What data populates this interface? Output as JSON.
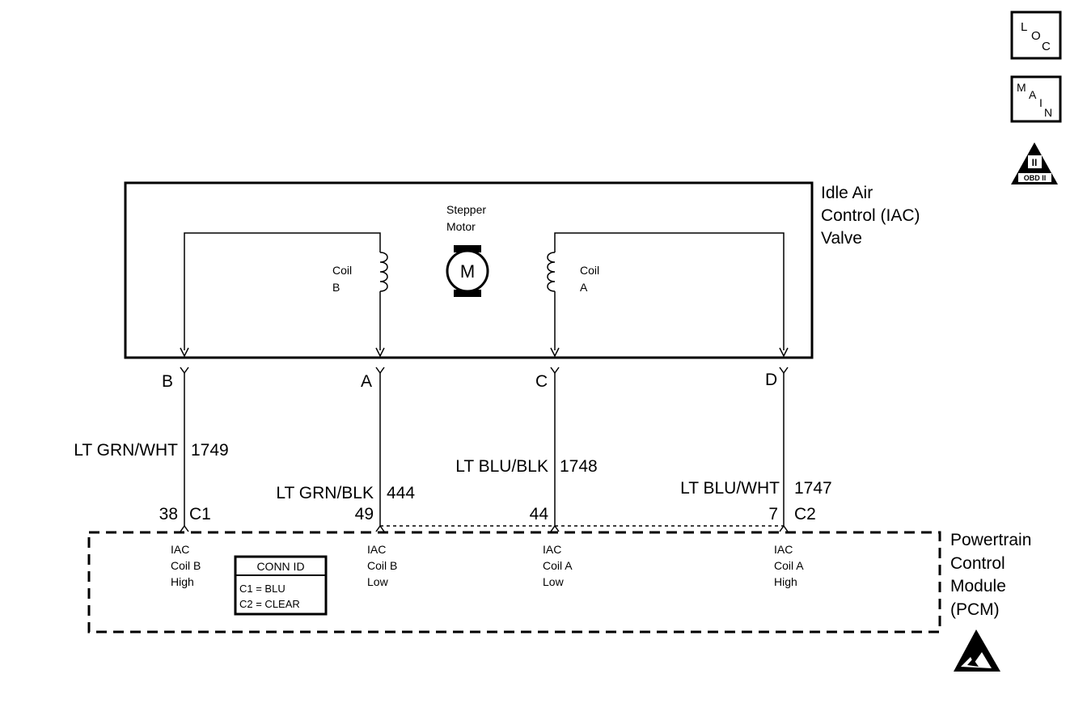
{
  "badges": {
    "loc": {
      "l1": "L",
      "l2": "O",
      "l3": "C"
    },
    "main": {
      "l1": "M",
      "l2": "A",
      "l3": "I",
      "l4": "N"
    },
    "obd": {
      "top": "II",
      "bottom": "OBD II"
    }
  },
  "valve": {
    "title_line1": "Idle Air",
    "title_line2": "Control (IAC)",
    "title_line3": "Valve",
    "motor_label_line1": "Stepper",
    "motor_label_line2": "Motor",
    "motor_symbol": "M",
    "coil_b_line1": "Coil",
    "coil_b_line2": "B",
    "coil_a_line1": "Coil",
    "coil_a_line2": "A"
  },
  "pins": {
    "b": "B",
    "a": "A",
    "c": "C",
    "d": "D"
  },
  "wires": {
    "w1": {
      "color": "LT GRN/WHT",
      "circuit": "1749"
    },
    "w2": {
      "color": "LT GRN/BLK",
      "circuit": "444"
    },
    "w3": {
      "color": "LT BLU/BLK",
      "circuit": "1748"
    },
    "w4": {
      "color": "LT BLU/WHT",
      "circuit": "1747"
    }
  },
  "pcm_pins": {
    "p1": "38",
    "c1": "C1",
    "p2": "49",
    "p3": "44",
    "p4": "7",
    "c2": "C2"
  },
  "pcm": {
    "title_line1": "Powertrain",
    "title_line2": "Control",
    "title_line3": "Module",
    "title_line4": "(PCM)",
    "t1": {
      "l1": "IAC",
      "l2": "Coil B",
      "l3": "High"
    },
    "t2": {
      "l1": "IAC",
      "l2": "Coil B",
      "l3": "Low"
    },
    "t3": {
      "l1": "IAC",
      "l2": "Coil A",
      "l3": "Low"
    },
    "t4": {
      "l1": "IAC",
      "l2": "Coil A",
      "l3": "High"
    },
    "conn_id": {
      "title": "CONN ID",
      "row1": "C1 = BLU",
      "row2": "C2 = CLEAR"
    }
  }
}
